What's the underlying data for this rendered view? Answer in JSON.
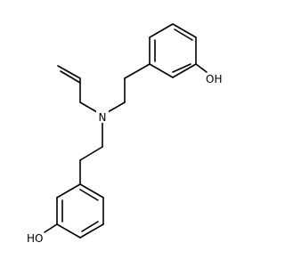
{
  "molecule": {
    "atoms": {
      "nitrogen": "N",
      "hydroxyl_top": "OH",
      "hydroxyl_bottom": "HO"
    },
    "colors": {
      "bond": "#000000",
      "label": "#000000",
      "background": "#ffffff"
    }
  }
}
